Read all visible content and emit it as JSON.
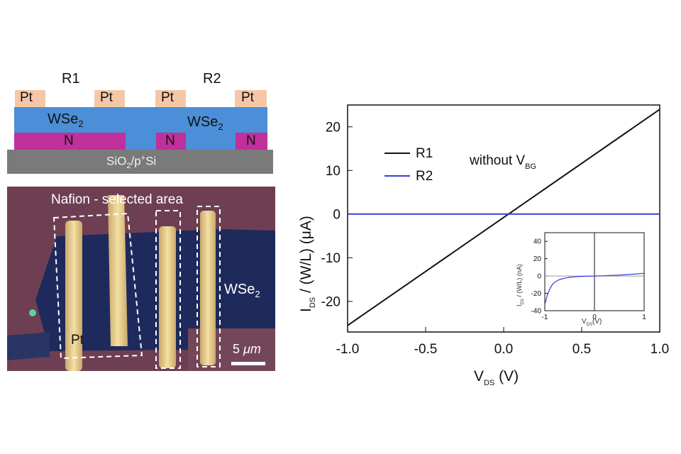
{
  "schematic": {
    "r1_label": "R1",
    "r2_label": "R2",
    "pt_label": "Pt",
    "wse2_base": "WSe",
    "wse2_sub": "2",
    "n_label": "N",
    "substrate_a": "SiO",
    "substrate_sub": "2",
    "substrate_b": "/p",
    "substrate_sup": "+",
    "substrate_c": "Si",
    "colors": {
      "pt": "#f6c7a6",
      "wse2": "#4a8fd8",
      "nafion": "#c0309a",
      "substrate": "#7a7a7a"
    }
  },
  "micrograph": {
    "title": "Nafion - selected area",
    "pt_label": "Pt",
    "wse2_base": "WSe",
    "wse2_sub": "2",
    "scale_prefix": "5 ",
    "scale_unit": "μm"
  },
  "chart_data": [
    {
      "type": "line",
      "annotation": "without  V",
      "annotation_sub": "BG",
      "xlabel_main": "V",
      "xlabel_sub": "DS",
      "xlabel_unit": " (V)",
      "ylabel_main": "I",
      "ylabel_sub": "DS",
      "ylabel_rest": " / (W/L) (μA)",
      "xlim": [
        -1.0,
        1.0
      ],
      "ylim": [
        -27,
        25
      ],
      "xticks": [
        -1.0,
        -0.5,
        0.0,
        0.5,
        1.0
      ],
      "xtick_labels": [
        "-1.0",
        "-0.5",
        "0.0",
        "0.5",
        "1.0"
      ],
      "yticks": [
        -20,
        -10,
        0,
        10,
        20
      ],
      "ytick_labels": [
        "-20",
        "-10",
        "0",
        "10",
        "20"
      ],
      "grid": false,
      "legend_position": "top-left",
      "series": [
        {
          "name": "R1",
          "color": "#111111",
          "x": [
            -1.0,
            1.0
          ],
          "y": [
            -25.5,
            24
          ]
        },
        {
          "name": "R2",
          "color": "#3a3ae0",
          "x": [
            -1.0,
            1.0
          ],
          "y": [
            0,
            0
          ]
        }
      ]
    },
    {
      "type": "line",
      "xlabel_main": "V",
      "xlabel_sub": "DS",
      "xlabel_unit": "(V)",
      "ylabel_main": "I",
      "ylabel_sub": "DS",
      "ylabel_rest": " / (W/L) (nA)",
      "xlim": [
        -1,
        1
      ],
      "ylim": [
        -40,
        50
      ],
      "xticks": [
        -1,
        0,
        1
      ],
      "xtick_labels": [
        "-1",
        "0",
        "1"
      ],
      "yticks": [
        -40,
        -20,
        0,
        20,
        40
      ],
      "ytick_labels": [
        "-40",
        "-20",
        "0",
        "20",
        "40"
      ],
      "series": [
        {
          "name": "R2",
          "color": "#3a3ae0",
          "x": [
            -1.0,
            -0.95,
            -0.9,
            -0.85,
            -0.8,
            -0.7,
            -0.6,
            -0.5,
            -0.4,
            -0.3,
            -0.2,
            0.0,
            0.2,
            0.4,
            0.6,
            0.8,
            1.0
          ],
          "y": [
            -33,
            -22,
            -15,
            -10,
            -7,
            -4,
            -2.5,
            -1.5,
            -1,
            -0.6,
            -0.3,
            0,
            0.3,
            0.8,
            1.4,
            2.2,
            3.2
          ]
        }
      ]
    }
  ]
}
